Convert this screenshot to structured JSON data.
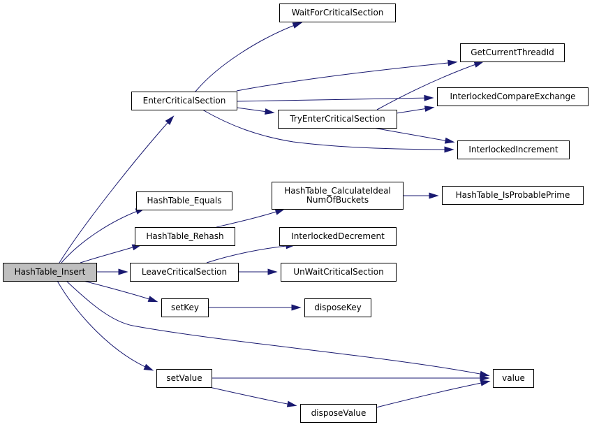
{
  "graph": {
    "root": "HashTable_Insert",
    "nodes": [
      {
        "id": "hashtable_insert",
        "label": [
          "HashTable_Insert"
        ],
        "root": true
      },
      {
        "id": "entercriticalsection",
        "label": [
          "EnterCriticalSection"
        ]
      },
      {
        "id": "waitforcriticalsection",
        "label": [
          "WaitForCriticalSection"
        ]
      },
      {
        "id": "getcurrentthreadid",
        "label": [
          "GetCurrentThreadId"
        ]
      },
      {
        "id": "interlockedcompareexchange",
        "label": [
          "InterlockedCompareExchange"
        ]
      },
      {
        "id": "tryentercriticalsection",
        "label": [
          "TryEnterCriticalSection"
        ]
      },
      {
        "id": "interlockedincrement",
        "label": [
          "InterlockedIncrement"
        ]
      },
      {
        "id": "hashtable_equals",
        "label": [
          "HashTable_Equals"
        ]
      },
      {
        "id": "hashtable_calculateidealnumofbuckets",
        "label": [
          "HashTable_CalculateIdeal",
          "NumOfBuckets"
        ]
      },
      {
        "id": "hashtable_isprobableprime",
        "label": [
          "HashTable_IsProbablePrime"
        ]
      },
      {
        "id": "hashtable_rehash",
        "label": [
          "HashTable_Rehash"
        ]
      },
      {
        "id": "interlockeddecrement",
        "label": [
          "InterlockedDecrement"
        ]
      },
      {
        "id": "leavecriticalsection",
        "label": [
          "LeaveCriticalSection"
        ]
      },
      {
        "id": "unwaitcriticalsection",
        "label": [
          "UnWaitCriticalSection"
        ]
      },
      {
        "id": "setkey",
        "label": [
          "setKey"
        ]
      },
      {
        "id": "disposekey",
        "label": [
          "disposeKey"
        ]
      },
      {
        "id": "setvalue",
        "label": [
          "setValue"
        ]
      },
      {
        "id": "value",
        "label": [
          "value"
        ]
      },
      {
        "id": "disposevalue",
        "label": [
          "disposeValue"
        ]
      }
    ],
    "edges": [
      {
        "from": "hashtable_insert",
        "to": "entercriticalsection"
      },
      {
        "from": "hashtable_insert",
        "to": "hashtable_equals"
      },
      {
        "from": "hashtable_insert",
        "to": "hashtable_rehash"
      },
      {
        "from": "hashtable_insert",
        "to": "leavecriticalsection"
      },
      {
        "from": "hashtable_insert",
        "to": "setkey"
      },
      {
        "from": "hashtable_insert",
        "to": "value"
      },
      {
        "from": "hashtable_insert",
        "to": "setvalue"
      },
      {
        "from": "entercriticalsection",
        "to": "waitforcriticalsection"
      },
      {
        "from": "entercriticalsection",
        "to": "getcurrentthreadid"
      },
      {
        "from": "entercriticalsection",
        "to": "interlockedcompareexchange"
      },
      {
        "from": "entercriticalsection",
        "to": "tryentercriticalsection"
      },
      {
        "from": "entercriticalsection",
        "to": "interlockedincrement"
      },
      {
        "from": "tryentercriticalsection",
        "to": "getcurrentthreadid"
      },
      {
        "from": "tryentercriticalsection",
        "to": "interlockedcompareexchange"
      },
      {
        "from": "tryentercriticalsection",
        "to": "interlockedincrement"
      },
      {
        "from": "hashtable_rehash",
        "to": "hashtable_calculateidealnumofbuckets"
      },
      {
        "from": "hashtable_calculateidealnumofbuckets",
        "to": "hashtable_isprobableprime"
      },
      {
        "from": "leavecriticalsection",
        "to": "interlockeddecrement"
      },
      {
        "from": "leavecriticalsection",
        "to": "unwaitcriticalsection"
      },
      {
        "from": "setkey",
        "to": "disposekey"
      },
      {
        "from": "setvalue",
        "to": "value"
      },
      {
        "from": "setvalue",
        "to": "disposevalue"
      },
      {
        "from": "disposevalue",
        "to": "value"
      }
    ]
  },
  "colors": {
    "edge": "#191970",
    "root_fill": "#bfbfbf",
    "node_fill": "#ffffff",
    "node_stroke": "#000000"
  }
}
